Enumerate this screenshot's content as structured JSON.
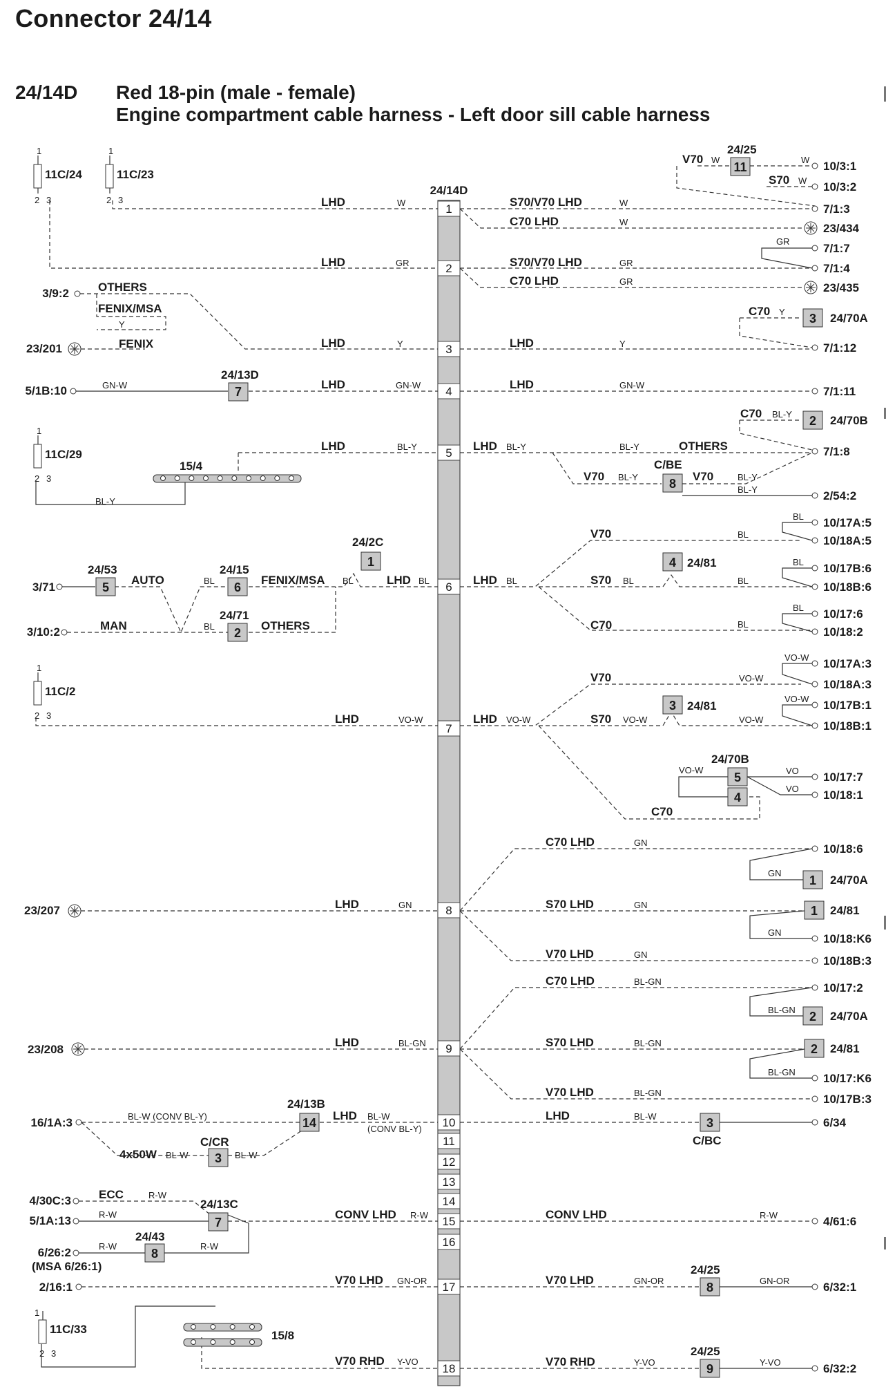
{
  "page": {
    "title": "Connector 24/14",
    "connector_id": "24/14D",
    "connector_desc": "Red 18-pin (male - female)",
    "connector_harness": "Engine compartment cable harness - Left door sill cable harness",
    "center_label": "24/14D"
  },
  "pins": [
    "1",
    "2",
    "3",
    "4",
    "5",
    "6",
    "7",
    "8",
    "9",
    "10",
    "11",
    "12",
    "13",
    "14",
    "15",
    "16",
    "17",
    "18"
  ],
  "left_endpoints": {
    "p3_a": "3/9:2",
    "p3_b": "23/201",
    "p4": "5/1B:10",
    "p6_a": "3/71",
    "p6_b": "3/10:2",
    "p8": "23/207",
    "p9": "23/208",
    "p10": "16/1A:3",
    "p15_a": "4/30C:3",
    "p15_b": "5/1A:13",
    "p15_c": "6/26:2",
    "p15_d": "(MSA 6/26:1)",
    "p17": "2/16:1"
  },
  "right_endpoints": {
    "r1": "10/3:1",
    "r2": "10/3:2",
    "r3": "7/1:3",
    "r4": "23/434",
    "r5": "7/1:7",
    "r6": "7/1:4",
    "r7": "23/435",
    "r8": "24/70A",
    "r9": "7/1:12",
    "r10": "7/1:11",
    "r11": "24/70B",
    "r12": "7/1:8",
    "r13": "2/54:2",
    "r14": "10/17A:5",
    "r15": "10/18A:5",
    "r16": "10/17B:6",
    "r17": "10/18B:6",
    "r18": "10/17:6",
    "r19": "10/18:2",
    "r20": "10/17A:3",
    "r21": "10/18A:3",
    "r22": "10/17B:1",
    "r23": "10/18B:1",
    "r24": "10/17:7",
    "r25": "10/18:1",
    "r26": "10/18:6",
    "r27": "24/70A",
    "r28": "24/81",
    "r29": "10/18:K6",
    "r30": "10/18B:3",
    "r31": "10/17:2",
    "r32": "24/70A",
    "r33": "24/81",
    "r34": "10/17:K6",
    "r35": "10/17B:3",
    "r36": "6/34",
    "r37": "4/61:6",
    "r38": "6/32:1",
    "r39": "6/32:2"
  },
  "fuses": [
    "11C/24",
    "11C/23",
    "11C/29",
    "11C/2",
    "11C/33"
  ],
  "fuse_pins": {
    "top": "1",
    "left": "2",
    "right": "3"
  },
  "components": {
    "c2425_top": "24/25",
    "c1314": "24/13D",
    "splice154": "15/4",
    "cbe": "C/BE",
    "c2453": "24/53",
    "c2415": "24/15",
    "c2471": "24/71",
    "c242c": "24/2C",
    "c2481a": "24/81",
    "c2481b": "24/81",
    "c2470b": "24/70B",
    "c2413b": "24/13B",
    "ccr": "C/CR",
    "cbc": "C/BC",
    "c2413c": "24/13C",
    "c2443": "24/43",
    "c2425_a": "24/25",
    "c2425_b": "24/25",
    "splice158": "15/8"
  },
  "box_numbers": {
    "b11": "11",
    "b7a": "7",
    "b3a": "3",
    "b2a": "2",
    "b8a": "8",
    "b5a": "5",
    "b6a": "6",
    "b2b": "2",
    "b1a": "1",
    "b4a": "4",
    "b3b": "3",
    "b5b": "5",
    "b4b": "4",
    "b1b": "1",
    "b1c": "1",
    "b2c": "2",
    "b2d": "2",
    "b14": "14",
    "b3c": "3",
    "b3d": "3",
    "b7b": "7",
    "b8b": "8",
    "b8c": "8",
    "b9": "9"
  },
  "texts": {
    "lhd": "LHD",
    "s70v70lhd": "S70/V70 LHD",
    "c70lhd": "C70 LHD",
    "s70lhd": "S70 LHD",
    "v70lhd": "V70 LHD",
    "conv_lhd": "CONV LHD",
    "v70rhd": "V70 RHD",
    "v70": "V70",
    "s70": "S70",
    "c70": "C70",
    "others": "OTHERS",
    "fenixmsa": "FENIX/MSA",
    "fenix": "FENIX",
    "auto": "AUTO",
    "man": "MAN",
    "ecc": "ECC",
    "x4x50w": "4x50W"
  },
  "wires": {
    "W": "W",
    "GR": "GR",
    "Y": "Y",
    "GNW": "GN-W",
    "BLY": "BL-Y",
    "BL": "BL",
    "VOW": "VO-W",
    "VO": "VO",
    "GN": "GN",
    "BLGN": "BL-GN",
    "BLW": "BL-W",
    "BLWCONV": "BL-W (CONV BL-Y)",
    "CONVBLY": "(CONV BL-Y)",
    "RW": "R-W",
    "GNOR": "GN-OR",
    "YVO": "Y-VO"
  }
}
